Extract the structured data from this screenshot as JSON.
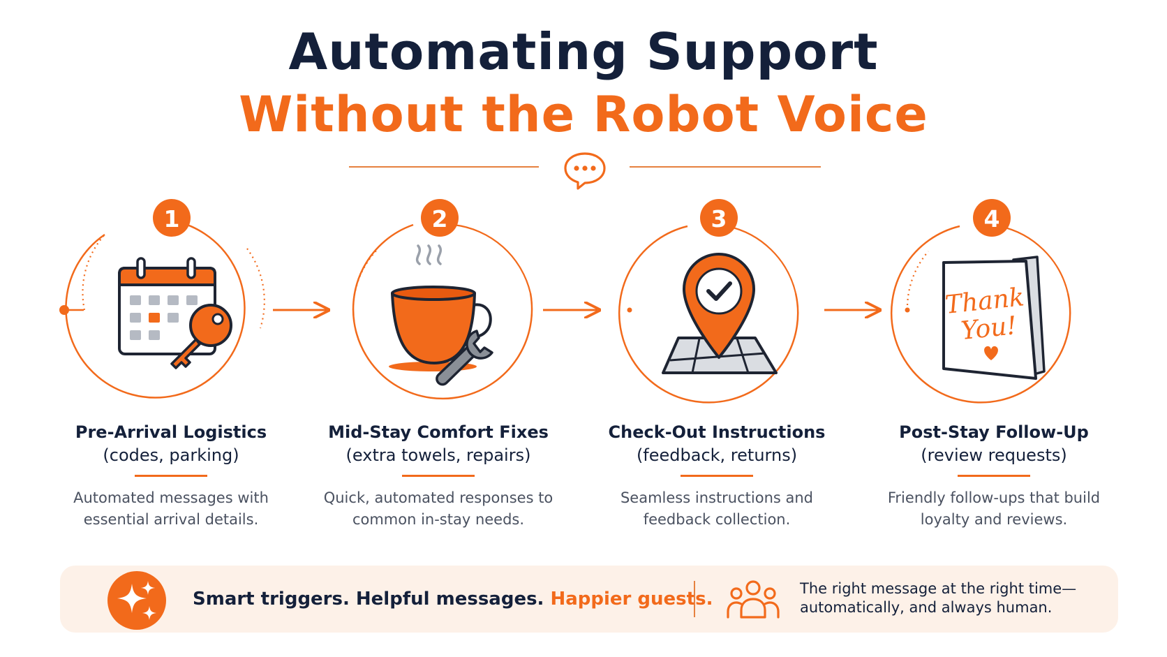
{
  "title": {
    "line1": "Automating Support",
    "line2": "Without the Robot Voice"
  },
  "steps": [
    {
      "number": "1",
      "title": "Pre-Arrival Logistics",
      "subtitle": "(codes, parking)",
      "description": "Automated messages with essential arrival details.",
      "icon": "calendar-key-icon"
    },
    {
      "number": "2",
      "title": "Mid-Stay Comfort Fixes",
      "subtitle": "(extra towels, repairs)",
      "description": "Quick, automated responses to common in-stay needs.",
      "icon": "coffee-wrench-icon"
    },
    {
      "number": "3",
      "title": "Check-Out Instructions",
      "subtitle": "(feedback, returns)",
      "description": "Seamless instructions and feedback collection.",
      "icon": "map-pin-check-icon"
    },
    {
      "number": "4",
      "title": "Post-Stay Follow-Up",
      "subtitle": "(review requests)",
      "description": "Friendly follow-ups that build loyalty and reviews.",
      "icon": "thank-you-card-icon"
    }
  ],
  "card_text": {
    "line1": "Thank",
    "line2": "You!"
  },
  "banner": {
    "part1": "Smart triggers. Helpful messages. ",
    "highlight": "Happier guests.",
    "note_line1": "The right message at the right time—",
    "note_line2": "automatically, and always human."
  },
  "colors": {
    "accent": "#f26a1b",
    "navy": "#14203a",
    "banner_bg": "#fdf1e8"
  }
}
